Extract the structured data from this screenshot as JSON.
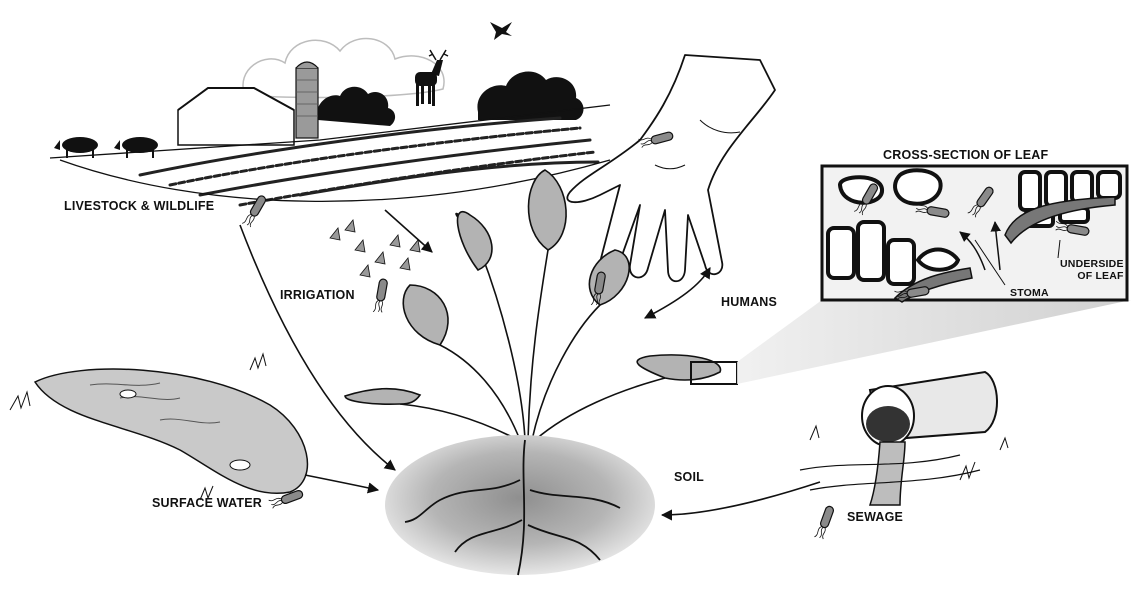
{
  "labels": {
    "livestock": "LIVESTOCK & WILDLIFE",
    "irrigation": "IRRIGATION",
    "humans": "HUMANS",
    "cross_section": "CROSS-SECTION OF LEAF",
    "underside_line1": "UNDERSIDE",
    "underside_line2": "OF LEAF",
    "stoma": "STOMA",
    "surface_water": "SURFACE WATER",
    "soil": "SOIL",
    "sewage": "SEWAGE"
  },
  "colors": {
    "ink": "#111111",
    "bacterium": "#8a8a8a",
    "soil_light": "#cfcfcf",
    "soil_dark": "#8c8c8c",
    "leaf": "#b3b3b3",
    "water": "#c9c9c9",
    "inset_bg": "#f2f2f2",
    "cone": "#d9d9d9"
  }
}
